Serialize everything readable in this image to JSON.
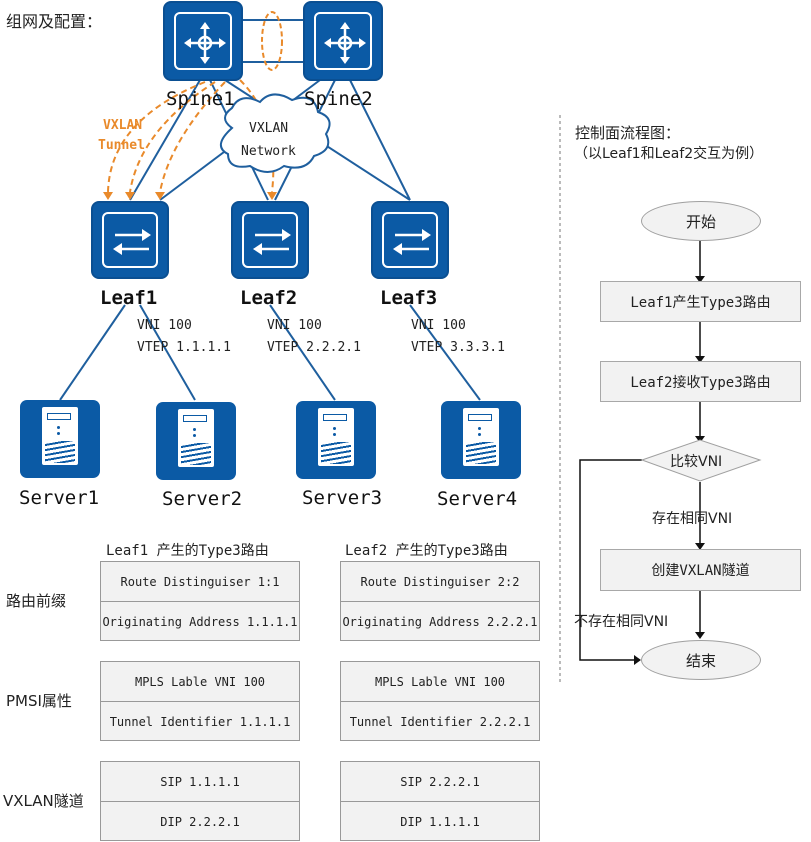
{
  "title": "组网及配置：",
  "spines": [
    {
      "label": "Spine1"
    },
    {
      "label": "Spine2"
    }
  ],
  "cloud_label": [
    "VXLAN",
    "Network"
  ],
  "tunnel_label": [
    "VXLAN",
    "Tunnel"
  ],
  "leaves": [
    {
      "label": "Leaf1",
      "vni": "VNI 100",
      "vtep": "VTEP 1.1.1.1"
    },
    {
      "label": "Leaf2",
      "vni": "VNI 100",
      "vtep": "VTEP 2.2.2.1"
    },
    {
      "label": "Leaf3",
      "vni": "VNI 100",
      "vtep": "VTEP 3.3.3.1"
    }
  ],
  "servers": [
    {
      "label": "Server1"
    },
    {
      "label": "Server2"
    },
    {
      "label": "Server3"
    },
    {
      "label": "Server4"
    }
  ],
  "routes": {
    "col_titles": [
      "Leaf1 产生的Type3路由",
      "Leaf2 产生的Type3路由"
    ],
    "row_labels": [
      "路由前缀",
      "PMSI属性",
      "VXLAN隧道"
    ],
    "leaf1": {
      "prefix": [
        "Route Distinguiser 1:1",
        "Originating Address 1.1.1.1"
      ],
      "pmsi": [
        "MPLS Lable VNI 100",
        "Tunnel Identifier 1.1.1.1"
      ],
      "tunnel": [
        "SIP 1.1.1.1",
        "DIP 2.2.2.1"
      ]
    },
    "leaf2": {
      "prefix": [
        "Route Distinguiser 2:2",
        "Originating Address 2.2.2.1"
      ],
      "pmsi": [
        "MPLS Lable VNI 100",
        "Tunnel Identifier 2.2.2.1"
      ],
      "tunnel": [
        "SIP 2.2.2.1",
        "DIP 1.1.1.1"
      ]
    }
  },
  "flowchart": {
    "title": "控制面流程图：",
    "subtitle": "（以Leaf1和Leaf2交互为例）",
    "start": "开始",
    "step1": "Leaf1产生Type3路由",
    "step2": "Leaf2接收Type3路由",
    "decision": "比较VNI",
    "yes_label": "存在相同VNI",
    "step3": "创建VXLAN隧道",
    "no_label": "不存在相同VNI",
    "end": "结束"
  },
  "colors": {
    "device_blue": "#0b5aa5",
    "tunnel_orange": "#e98a2b",
    "link_blue": "#1f5f9e",
    "box_fill": "#f2f2f2"
  }
}
